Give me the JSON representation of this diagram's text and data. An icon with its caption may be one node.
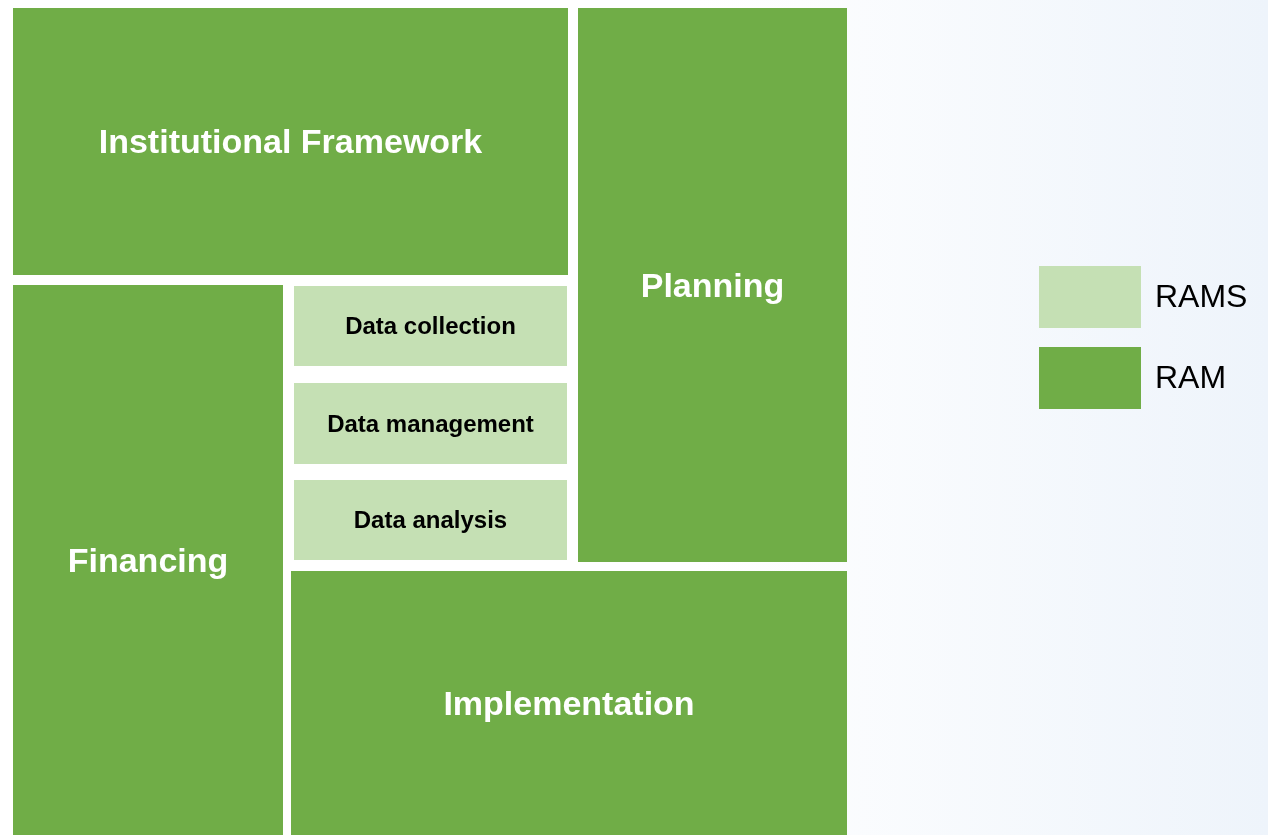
{
  "diagram": {
    "nodes": [
      {
        "text": [
          "Institutional Framework"
        ]
      },
      {
        "text": [
          "Planning"
        ]
      },
      {
        "text": [
          "Financing"
        ]
      },
      {
        "text": [
          "Data collection"
        ]
      },
      {
        "text": [
          "Data management"
        ]
      },
      {
        "text": [
          "Data analysis"
        ]
      },
      {
        "text": [
          "Implementation"
        ]
      }
    ],
    "legend": [
      {
        "text": "RAMS",
        "color": "#c5e0b4"
      },
      {
        "text": "RAM",
        "color": "#70ad47"
      }
    ]
  }
}
